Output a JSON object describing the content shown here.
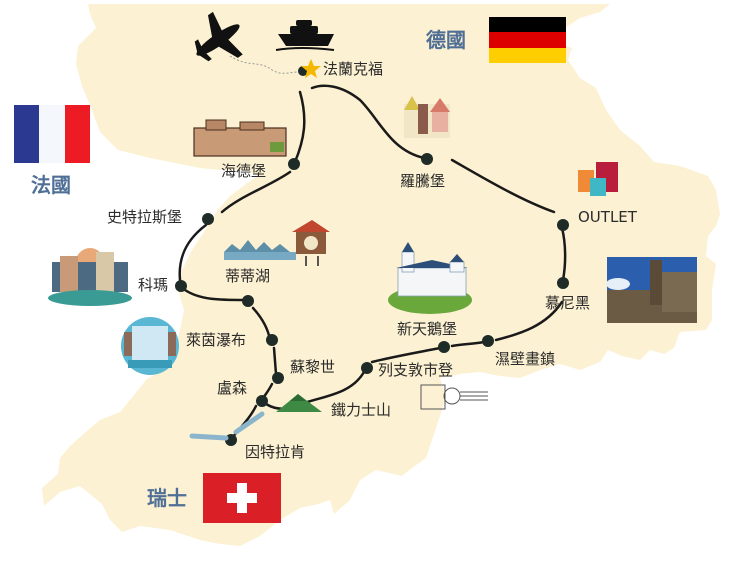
{
  "countries": {
    "germany": {
      "label": "德國",
      "flag_colors": [
        "#000000",
        "#dd0000",
        "#ffce00"
      ]
    },
    "france": {
      "label": "法國",
      "flag_colors": [
        "#2b3990",
        "#f4f7fb",
        "#ed1c24"
      ]
    },
    "switzerland": {
      "label": "瑞士",
      "flag_colors": [
        "#da1f26",
        "#ffffff"
      ]
    }
  },
  "colors": {
    "land": "#fcf1d2",
    "route": "#1a1a1a",
    "stop_dot": "#1e2b27",
    "start_star": "#f5b800",
    "country_label": "#4f6f96",
    "place_label": "#2b2b2b"
  },
  "route": {
    "start": "法蘭克福",
    "stops": [
      {
        "id": "frankfurt",
        "label": "法蘭克福",
        "icon": "star-icon"
      },
      {
        "id": "heidelberg",
        "label": "海德堡",
        "icon": "castle-icon"
      },
      {
        "id": "strasbourg",
        "label": "史特拉斯堡",
        "icon": null
      },
      {
        "id": "colmar",
        "label": "科瑪",
        "icon": "town-houses-icon"
      },
      {
        "id": "titisee",
        "label": "蒂蒂湖",
        "icon": "lake-cuckoo-clock-icon"
      },
      {
        "id": "rhine-falls",
        "label": "萊茵瀑布",
        "icon": "waterfall-icon"
      },
      {
        "id": "zurich",
        "label": "蘇黎世",
        "icon": null
      },
      {
        "id": "lucerne",
        "label": "盧森",
        "icon": null
      },
      {
        "id": "interlaken",
        "label": "因特拉肯",
        "icon": "lakes-icon"
      },
      {
        "id": "titlis",
        "label": "鐵力士山",
        "icon": "mountain-icon"
      },
      {
        "id": "liechtenstein",
        "label": "列支敦市登",
        "icon": "stamp-icon"
      },
      {
        "id": "neuschwanstein",
        "label": "新天鵝堡",
        "icon": "fairytale-castle-icon"
      },
      {
        "id": "oberammergau",
        "label": "濕壁畫鎮",
        "icon": null
      },
      {
        "id": "munich",
        "label": "慕尼黑",
        "icon": "munich-photo"
      },
      {
        "id": "outlet",
        "label": "OUTLET",
        "icon": "shopping-bags-icon"
      },
      {
        "id": "rothenburg",
        "label": "羅騰堡",
        "icon": "old-town-icon"
      }
    ]
  },
  "decor": {
    "airplane": "airplane-icon",
    "ship": "cruise-ship-icon"
  }
}
